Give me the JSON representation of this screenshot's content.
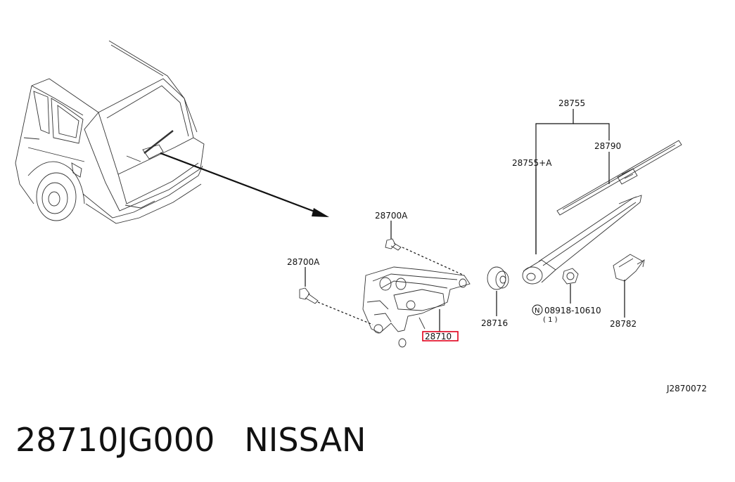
{
  "labels": {
    "p28755": "28755",
    "p28790": "28790",
    "p28755a": "28755+A",
    "p28700a_top": "28700A",
    "p28700a_left": "28700A",
    "p28716": "28716",
    "p28710": "28710",
    "p08918": "08918-10610",
    "p08918_qty": "( 1 )",
    "p08918_mark": "N",
    "p28782": "28782",
    "diagram_code": "J2870072"
  },
  "caption": {
    "part_number": "28710JG000",
    "brand": "NISSAN"
  },
  "colors": {
    "highlight": "#e0001b",
    "ink": "#111111"
  }
}
